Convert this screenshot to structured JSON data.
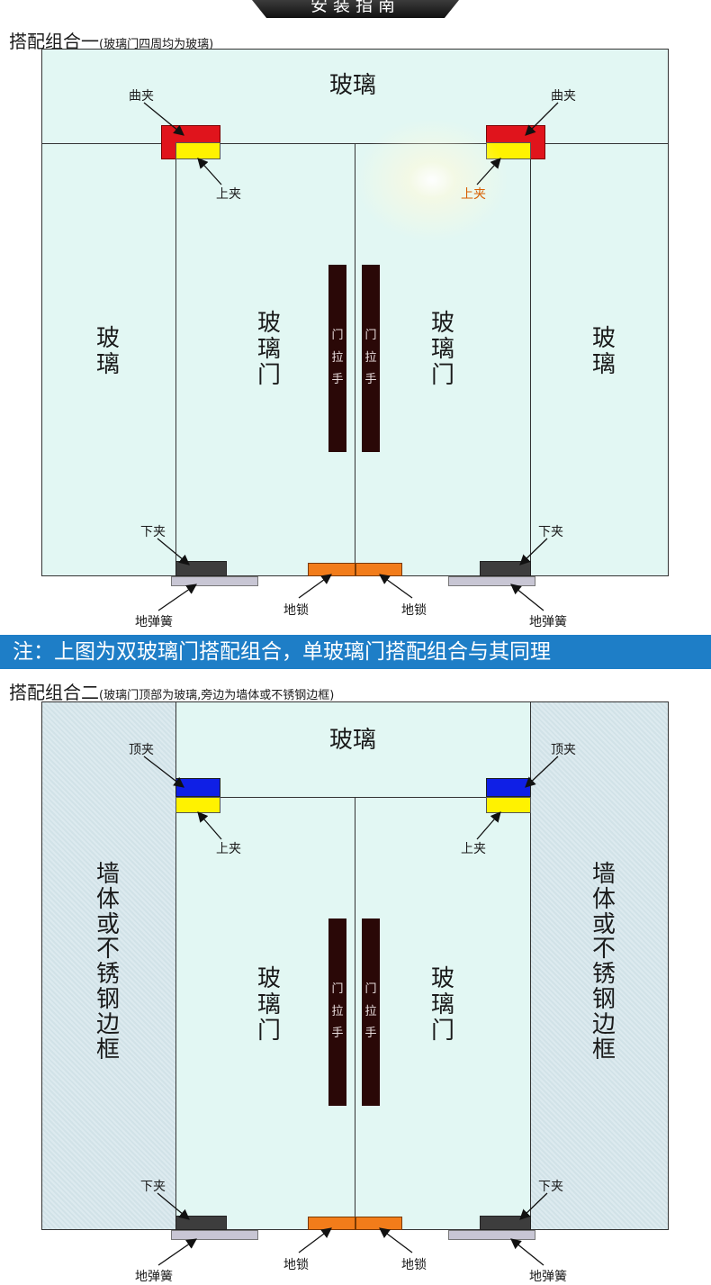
{
  "banner_title": "安装指南",
  "section1": {
    "title": "搭配组合一",
    "subtitle": "(玻璃门四周均为玻璃)",
    "top_glass": "玻璃",
    "side_glass": "玻\n璃",
    "door_glass": "玻\n璃\n门",
    "handle": [
      "门",
      "拉",
      "手"
    ],
    "labels": {
      "curve_clip_left": "曲夹",
      "curve_clip_right": "曲夹",
      "upper_clip_left": "上夹",
      "upper_clip_right": "上夹",
      "lower_clip_left": "下夹",
      "lower_clip_right": "下夹",
      "floor_lock_left": "地锁",
      "floor_lock_right": "地锁",
      "floor_spring_left": "地弹簧",
      "floor_spring_right": "地弹簧"
    }
  },
  "note": "注：上图为双玻璃门搭配组合，单玻璃门搭配组合与其同理",
  "section2": {
    "title": "搭配组合二",
    "subtitle": "(玻璃门顶部为玻璃,旁边为墙体或不锈钢边框)",
    "top_glass": "玻璃",
    "wall": "墙\n体\n或\n不\n锈\n钢\n边\n框",
    "door_glass": "玻\n璃\n门",
    "handle": [
      "门",
      "拉",
      "手"
    ],
    "labels": {
      "top_clip_left": "顶夹",
      "top_clip_right": "顶夹",
      "upper_clip_left": "上夹",
      "upper_clip_right": "上夹",
      "lower_clip_left": "下夹",
      "lower_clip_right": "下夹",
      "floor_lock_left": "地锁",
      "floor_lock_right": "地锁",
      "floor_spring_left": "地弹簧",
      "floor_spring_right": "地弹簧"
    }
  },
  "colors": {
    "glass": "#e2f7f3",
    "wall": "#d8e8ee",
    "curve_clip": "#e0141c",
    "upper_clip": "#fff200",
    "top_clip": "#0f1fe6",
    "lower_clip": "#3d3d3d",
    "floor_lock": "#f27c1a",
    "floor_spring": "#c8c6d4",
    "handle": "#2a0807",
    "note_bar": "#1e7ec7"
  }
}
